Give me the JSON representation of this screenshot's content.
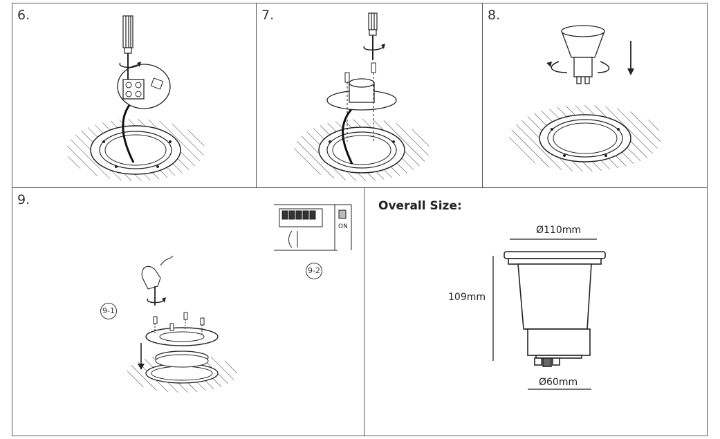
{
  "steps": {
    "s6": "6.",
    "s7": "7.",
    "s8": "8.",
    "s9": "9."
  },
  "substeps": {
    "s9_1": "9-1",
    "s9_2": "9-2"
  },
  "switch_label": "ON",
  "overall": {
    "title": "Overall Size:",
    "top_diameter": "Ø110mm",
    "height": "109mm",
    "bottom_diameter": "Ø60mm"
  }
}
